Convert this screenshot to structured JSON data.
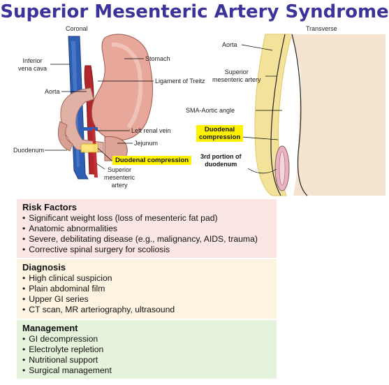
{
  "title": "Superior Mesenteric Artery Syndrome",
  "figure": {
    "coronal_title": "Coronal",
    "transverse_title": "Transverse",
    "coronal_labels": {
      "ivc": "Inferior\nvena cava",
      "aorta": "Aorta",
      "stomach": "Stomach",
      "treitz": "Ligament of Treitz",
      "renal_vein": "Left renal vein",
      "jejunum": "Jejunum",
      "duodenum": "Duodenum",
      "sma": "Superior\nmesenteric\nartery",
      "compression": "Duodenal compression"
    },
    "transverse_labels": {
      "aorta": "Aorta",
      "sma": "Superior\nmesenteric artery",
      "angle": "SMA-Aortic angle",
      "compression": "Duodenal\ncompression",
      "third_portion": "3rd portion of\nduodenum"
    },
    "colors": {
      "ivc": "#2e5fb5",
      "aorta": "#b3262b",
      "stomach": "#e7a79a",
      "fat": "#f3e39a",
      "highlight": "#fff200"
    }
  },
  "sections": [
    {
      "heading": "Risk Factors",
      "items": [
        "Significant weight loss (loss of mesenteric fat pad)",
        "Anatomic abnormalities",
        "Severe, debilitating disease (e.g., malignancy, AIDS, trauma)",
        "Corrective spinal surgery for scoliosis"
      ]
    },
    {
      "heading": "Diagnosis",
      "items": [
        "High clinical suspicion",
        "Plain abdominal film",
        "Upper GI series",
        "CT scan, MR arteriography, ultrasound"
      ]
    },
    {
      "heading": "Management",
      "items": [
        "GI decompression",
        "Electrolyte repletion",
        "Nutritional support",
        "Surgical management"
      ]
    }
  ]
}
